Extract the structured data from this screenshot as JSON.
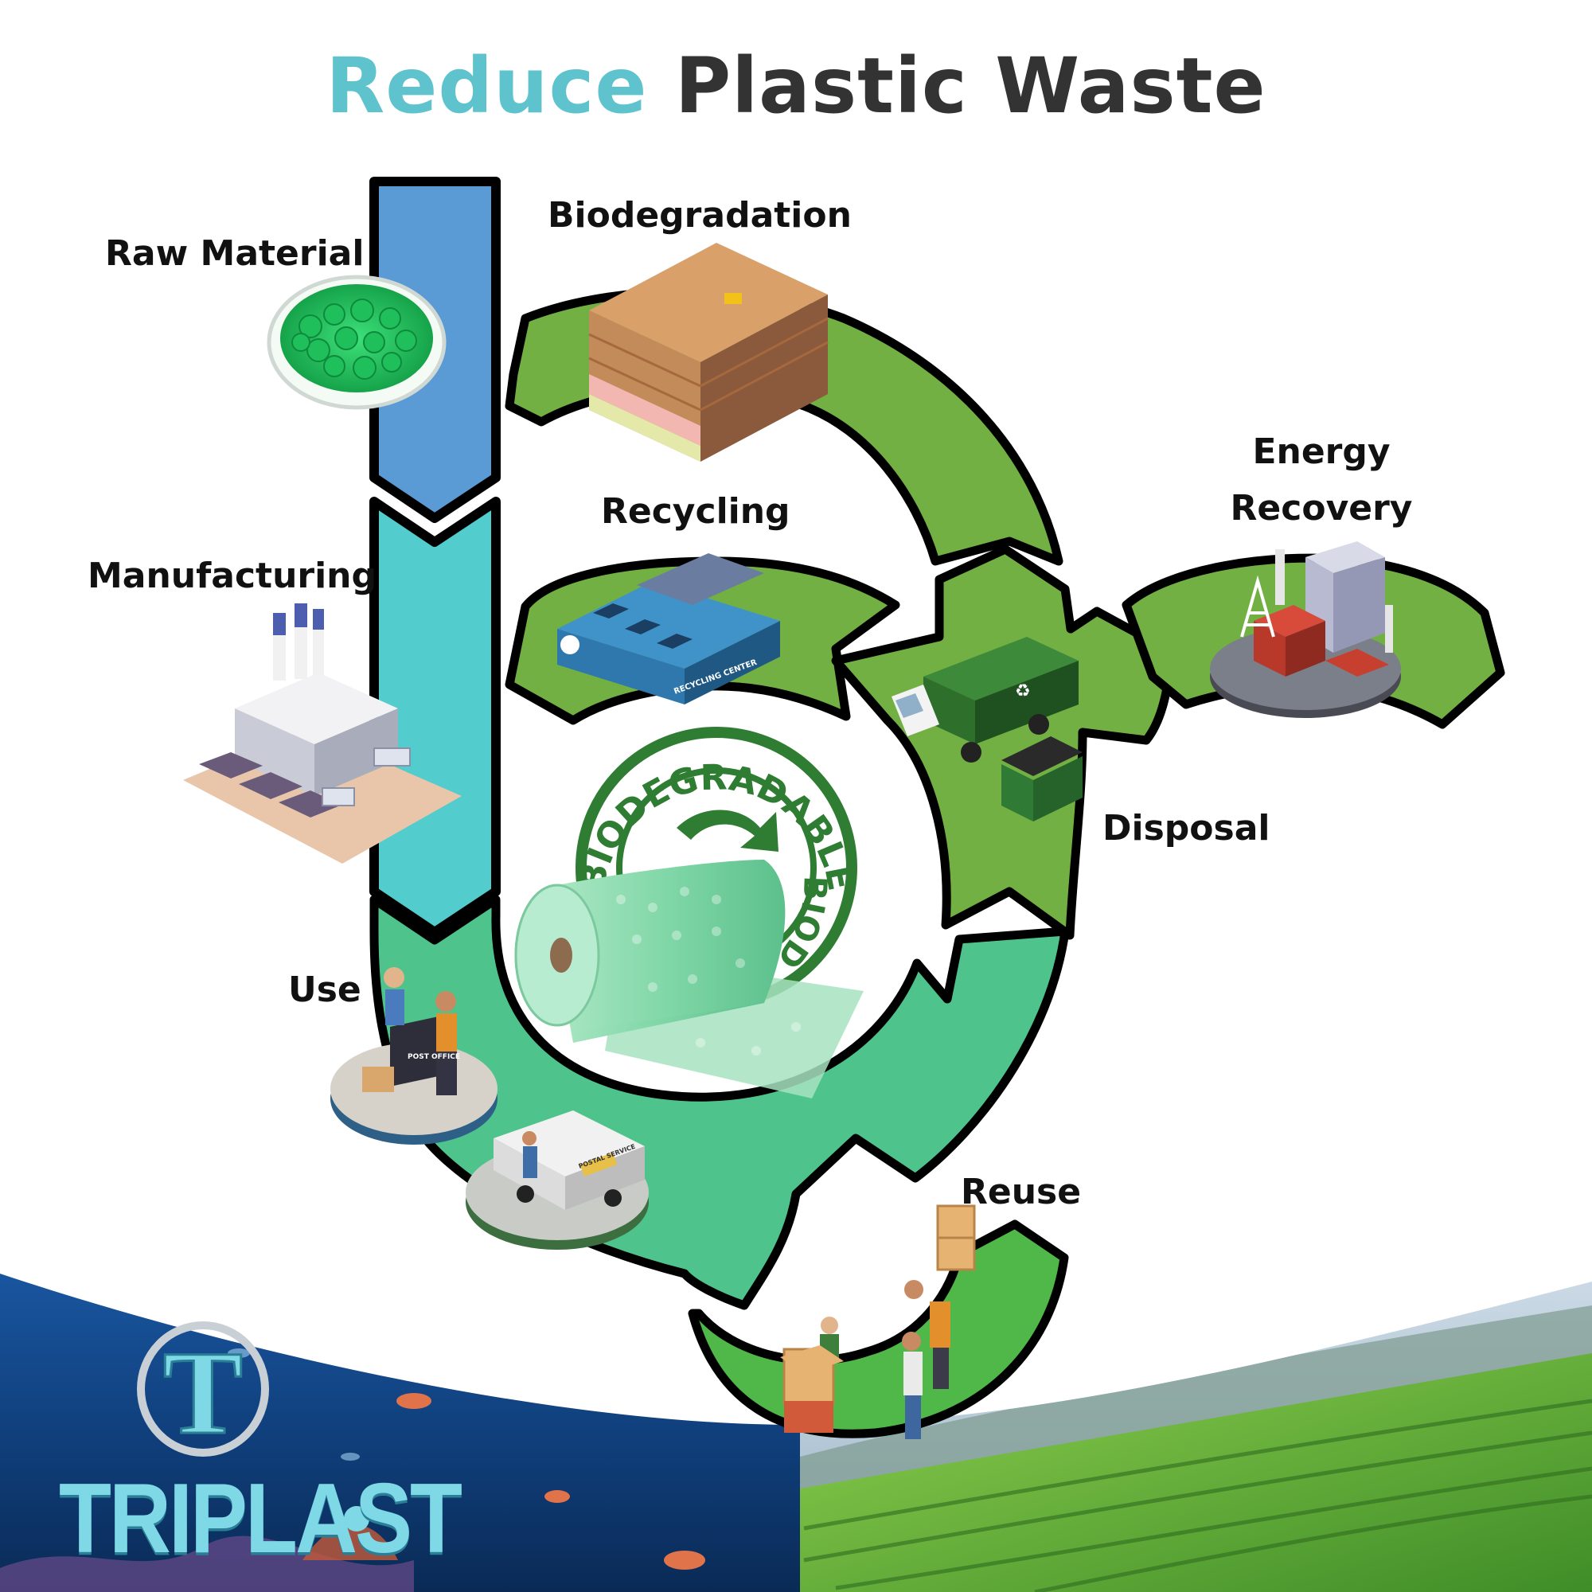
{
  "title": {
    "part1": "Reduce",
    "part2": "Plastic Waste"
  },
  "stages": {
    "raw_material": "Raw Material",
    "manufacturing": "Manufacturing",
    "use": "Use",
    "biodegradation": "Biodegradation",
    "recycling": "Recycling",
    "energy_recovery_line1": "Energy",
    "energy_recovery_line2": "Recovery",
    "disposal": "Disposal",
    "reuse": "Reuse"
  },
  "seal": {
    "text": "BIODEGRADABLE",
    "text2": "BIOD"
  },
  "truck_icon_label": "♻",
  "recycling_center_sign": "RECYCLING CENTER",
  "post_office_sign": "POST OFFICE",
  "van_sign": "POSTAL SERVICE",
  "logo": {
    "name": "TRIPLAST",
    "letter": "T"
  },
  "colors": {
    "title_accent": "#5ec3cc",
    "title_dark": "#333333",
    "raw_material_arrow": "#5b9bd5",
    "manufacturing_arrow": "#52cccc",
    "use_arc": "#4ec48c",
    "green_arcs": "#72b043",
    "seal_green": "#2e7d32"
  }
}
